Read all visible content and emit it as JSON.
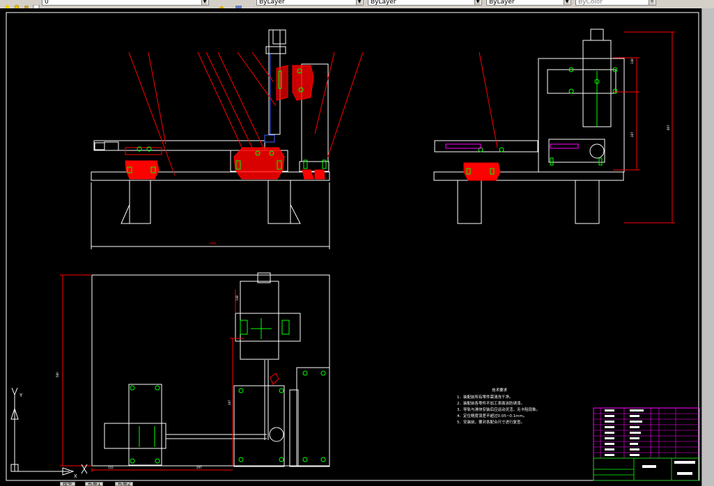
{
  "toolbar": {
    "layer_value": "0",
    "color_value": "ByLayer",
    "linetype_value": "ByLayer",
    "lineweight_value": "ByLayer",
    "plotstyle_value": "ByColor"
  },
  "drawing": {
    "front_view_width_dim": "1080",
    "side_view_height_dim": "897",
    "side_view_small_dim_1": "148",
    "side_view_small_dim_2": "287",
    "plan_view_height_dim": "580",
    "plan_view_small_dim_1": "148",
    "plan_view_small_dim_2": "287",
    "plan_view_bottom_dim_1": "143",
    "plan_view_bottom_dim_2": "297"
  },
  "technical_notes": {
    "heading": "技术要求",
    "lines": [
      "1．装配前所有零件需清洗干净。",
      "2．装配前各零件不加工表面涂防锈漆。",
      "3．导轨与滑块安装后应运动灵活，无卡阻现象。",
      "4．定位精度误差不超过0.05~0.1mm。",
      "5．安装前，要对各配合尺寸进行复查。"
    ]
  },
  "ucs_icon": {
    "x_label": "X",
    "y_label": "Y"
  },
  "bottom_tabs": [
    "模型",
    "布局1",
    "布局2"
  ],
  "colors": {
    "background": "#000000",
    "line_white": "#ffffff",
    "line_red": "#ff0000",
    "line_green": "#00ff00",
    "line_magenta": "#ff00ff",
    "line_blue": "#0000ff",
    "line_yellow": "#ffff00"
  }
}
